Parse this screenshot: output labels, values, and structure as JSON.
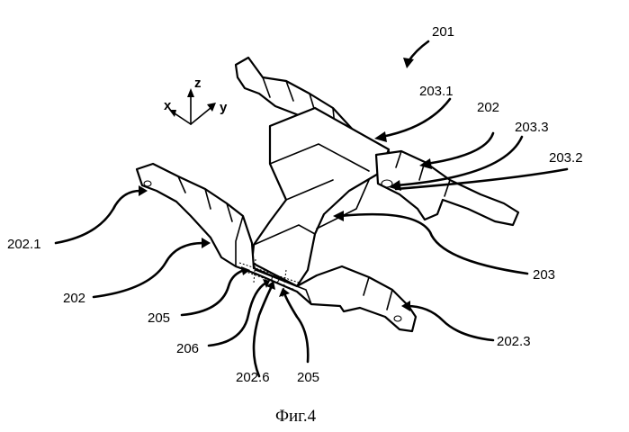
{
  "figure": {
    "caption": "Фиг.4",
    "axes": {
      "x": "x",
      "y": "y",
      "z": "z"
    },
    "labels": {
      "l201": "201",
      "l203_1": "203.1",
      "l202_top": "202",
      "l203_3": "203.3",
      "l203_2": "203.2",
      "l202_1": "202.1",
      "l202_left": "202",
      "l203": "203",
      "l205_left": "205",
      "l206": "206",
      "l202_6": "202.6",
      "l205_bottom": "205",
      "l202_3": "202.3"
    }
  }
}
